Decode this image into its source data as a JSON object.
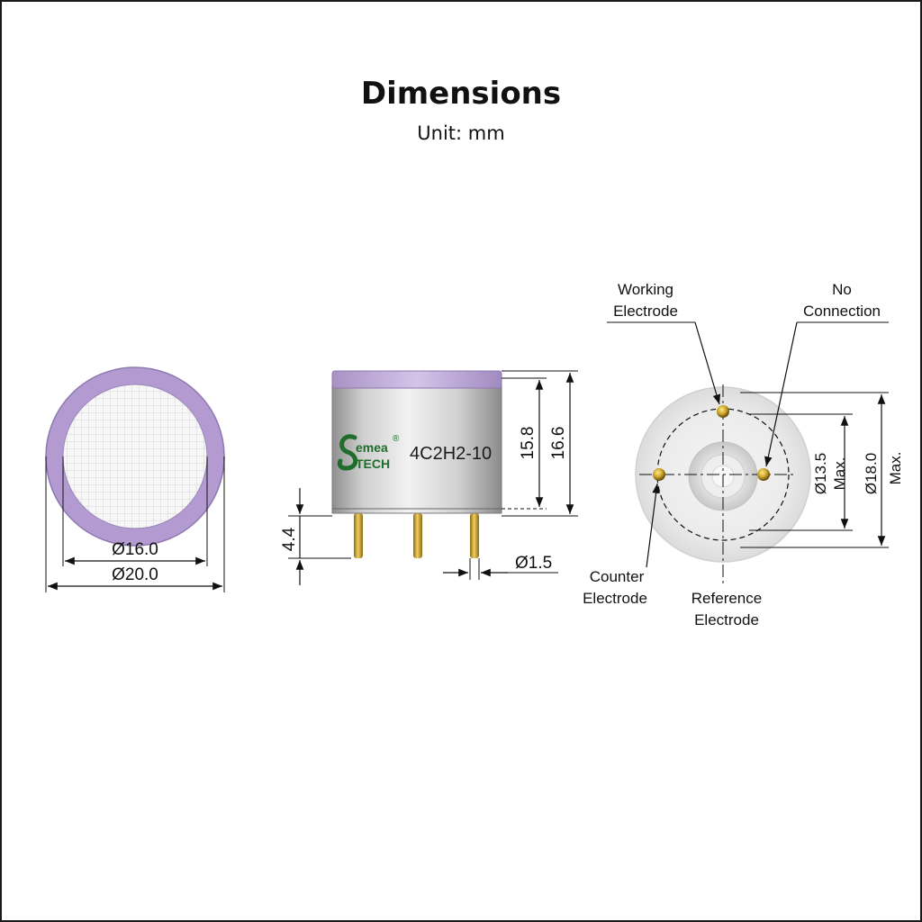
{
  "title": "Dimensions",
  "subtitle": "Unit: mm",
  "colors": {
    "filter_ring": "#b39bd2",
    "cap_band": "#c7b3df",
    "can_body": "#c9c9c9",
    "pin_gold": "#c9a227",
    "logo_green": "#1f6d2a",
    "dimension_line": "#111111"
  },
  "top_view": {
    "inner_diameter": "Ø16.0",
    "outer_diameter": "Ø20.0"
  },
  "side_view": {
    "model": "4C2H2-10",
    "brand_top": "emea",
    "brand_bottom": "TECH",
    "registered": "®",
    "height_body": "15.8",
    "height_total": "16.6",
    "pin_length": "4.4",
    "pin_diameter": "Ø1.5"
  },
  "bottom_view": {
    "working_electrode_l1": "Working",
    "working_electrode_l2": "Electrode",
    "no_connection_l1": "No",
    "no_connection_l2": "Connection",
    "counter_electrode_l1": "Counter",
    "counter_electrode_l2": "Electrode",
    "reference_electrode_l1": "Reference",
    "reference_electrode_l2": "Electrode",
    "pin_circle_diameter": "Ø13.5",
    "pin_circle_max": "Max.",
    "body_diameter": "Ø18.0",
    "body_max": "Max."
  }
}
